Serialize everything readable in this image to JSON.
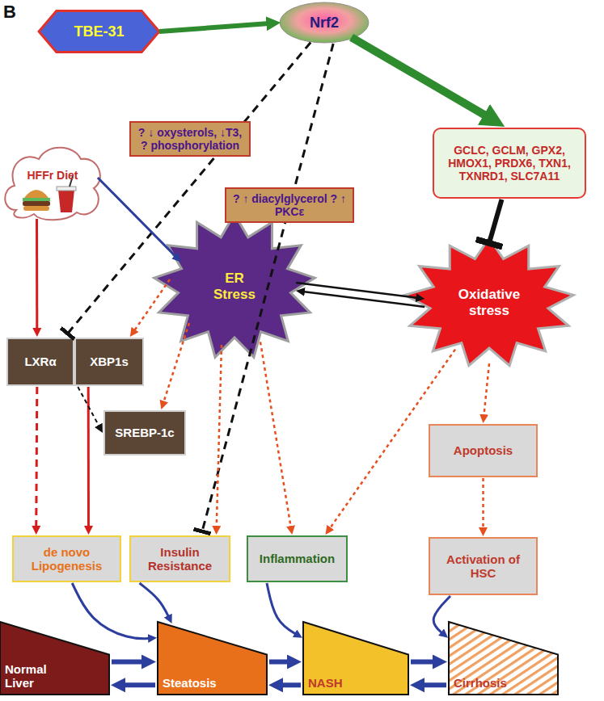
{
  "diagram": {
    "nodes": [
      {
        "text": [
          "TBE-31"
        ]
      },
      {
        "text": [
          "Nrf2"
        ]
      },
      {
        "text": [
          "HFFr Diet"
        ]
      },
      {
        "text": [
          "GCLC, GCLM, GPX2, HMOX1, PRDX6, TXN1, TXNRD1, SLC7A11"
        ]
      },
      {
        "text": [
          "ER Stress"
        ]
      },
      {
        "text": [
          "Oxidative stress"
        ]
      },
      {
        "text": [
          "LXRα"
        ]
      },
      {
        "text": [
          "XBP1s"
        ]
      },
      {
        "text": [
          "SREBP-1c"
        ]
      },
      {
        "text": [
          "Apoptosis"
        ]
      },
      {
        "text": [
          "de novo Lipogenesis"
        ]
      },
      {
        "text": [
          "Insulin Resistance"
        ]
      },
      {
        "text": [
          "Inflammation"
        ]
      },
      {
        "text": [
          "Activation of HSC"
        ]
      },
      {
        "text": [
          "Normal Liver"
        ]
      },
      {
        "text": [
          "Steatosis"
        ]
      },
      {
        "text": [
          "NASH"
        ]
      },
      {
        "text": [
          "Cirrhosis"
        ]
      }
    ],
    "edges": [
      {
        "from": 0,
        "to": 1,
        "arrow": "to"
      },
      {
        "from": 1,
        "to": 3,
        "arrow": "to"
      },
      {
        "from": 1,
        "to": 6,
        "arrow": "to",
        "label": "? ↓ oxysterols, ↓T3, ? phosphorylation"
      },
      {
        "from": 1,
        "to": 11,
        "arrow": "to",
        "label": "? ↑ diacylglycerol ? ↑ PKCε"
      },
      {
        "from": 3,
        "to": 5,
        "arrow": "to"
      },
      {
        "from": 2,
        "to": 6,
        "arrow": "to"
      },
      {
        "from": 2,
        "to": 4,
        "arrow": "to"
      },
      {
        "from": 4,
        "to": 5,
        "arrow": "both"
      },
      {
        "from": 4,
        "to": 7,
        "arrow": "to"
      },
      {
        "from": 4,
        "to": 8,
        "arrow": "to"
      },
      {
        "from": 4,
        "to": 11,
        "arrow": "to"
      },
      {
        "from": 4,
        "to": 12,
        "arrow": "to"
      },
      {
        "from": 5,
        "to": 12,
        "arrow": "to"
      },
      {
        "from": 5,
        "to": 9,
        "arrow": "to"
      },
      {
        "from": 9,
        "to": 13,
        "arrow": "to"
      },
      {
        "from": 6,
        "to": 10,
        "arrow": "to"
      },
      {
        "from": 7,
        "to": 10,
        "arrow": "to"
      },
      {
        "from": 7,
        "to": 8,
        "arrow": "to"
      },
      {
        "from": 10,
        "to": 15,
        "arrow": "to"
      },
      {
        "from": 11,
        "to": 15,
        "arrow": "to"
      },
      {
        "from": 12,
        "to": 16,
        "arrow": "to"
      },
      {
        "from": 13,
        "to": 17,
        "arrow": "to"
      },
      {
        "from": 14,
        "to": 15,
        "arrow": "to"
      },
      {
        "from": 15,
        "to": 14,
        "arrow": "to"
      },
      {
        "from": 15,
        "to": 16,
        "arrow": "to"
      },
      {
        "from": 16,
        "to": 15,
        "arrow": "to"
      },
      {
        "from": 16,
        "to": 17,
        "arrow": "to"
      },
      {
        "from": 17,
        "to": 16,
        "arrow": "to"
      }
    ],
    "labels": [
      "B"
    ]
  }
}
